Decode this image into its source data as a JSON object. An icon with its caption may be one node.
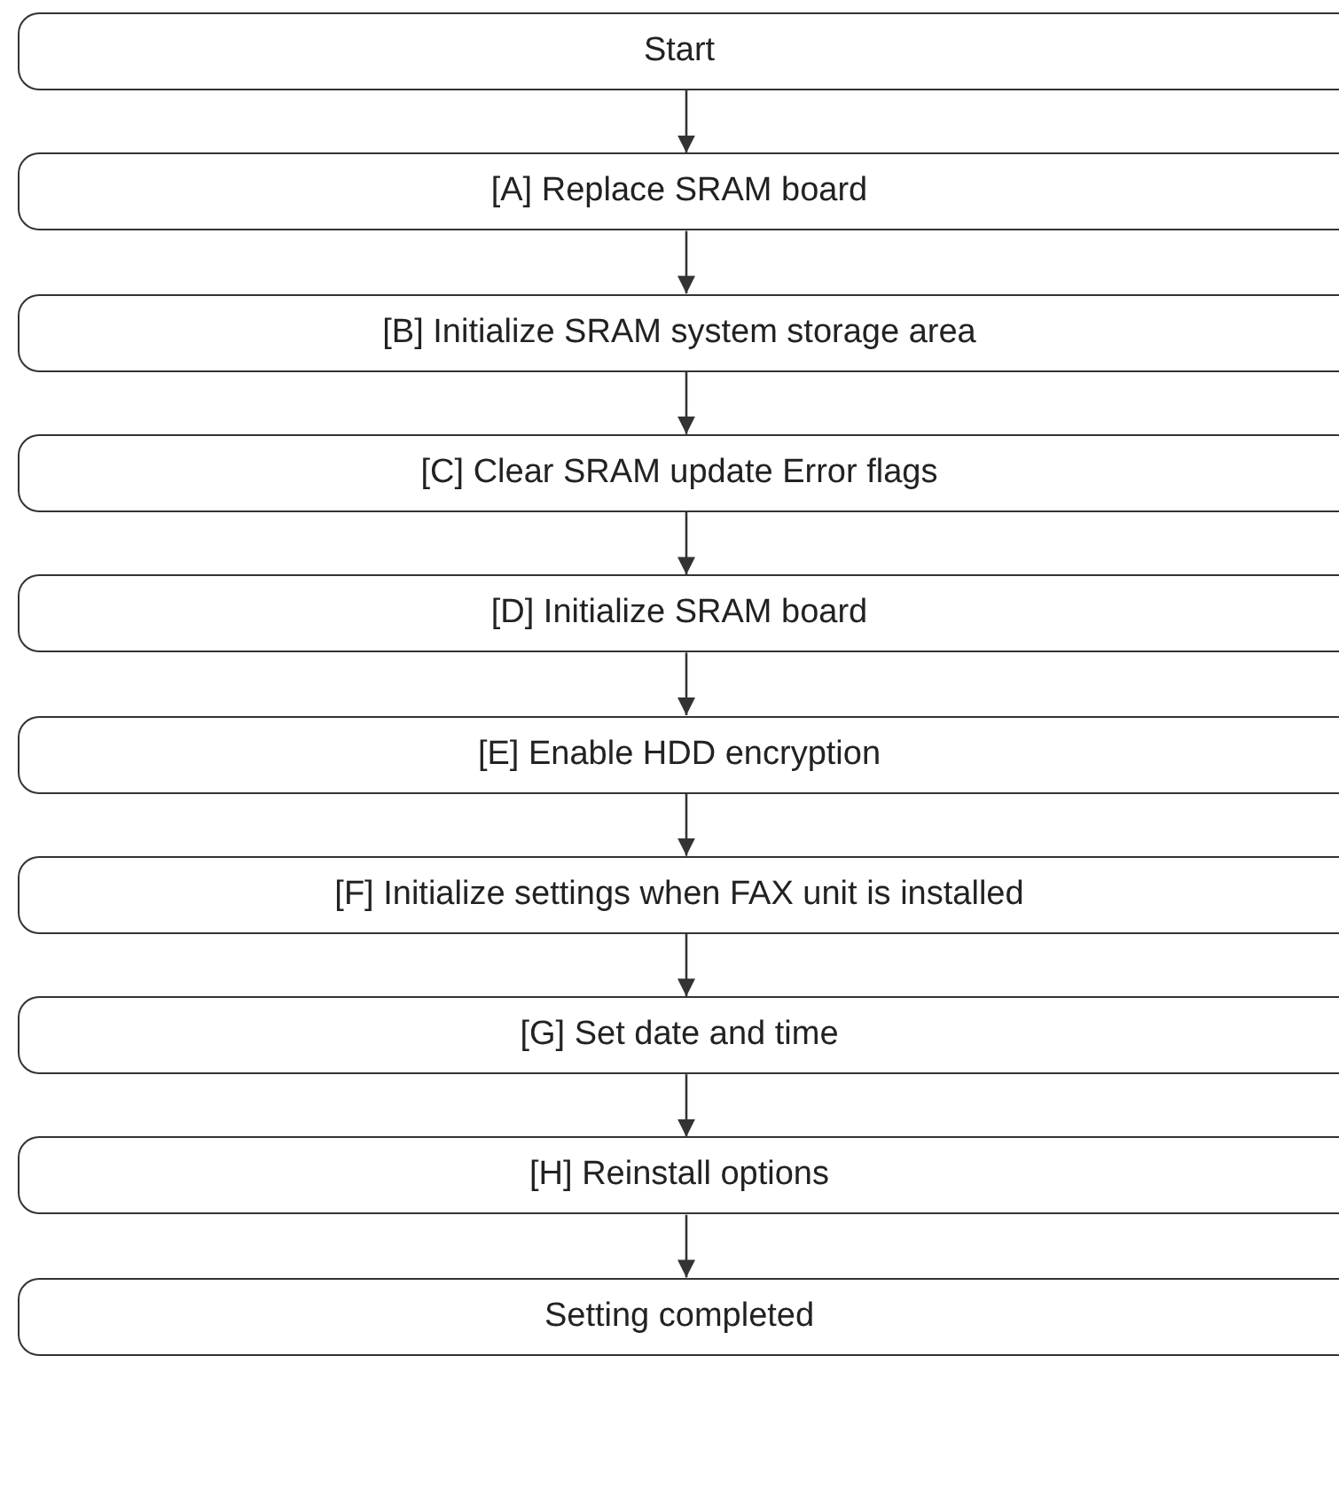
{
  "diagram": {
    "nodes": [
      {
        "text": [
          "Start"
        ]
      },
      {
        "text": [
          "[A] Replace SRAM board"
        ]
      },
      {
        "text": [
          "[B] Initialize SRAM system storage area"
        ]
      },
      {
        "text": [
          "[C] Clear SRAM update Error flags"
        ]
      },
      {
        "text": [
          "[D] Initialize SRAM board"
        ]
      },
      {
        "text": [
          "[E] Enable HDD encryption"
        ]
      },
      {
        "text": [
          "[F] Initialize settings when FAX unit is installed"
        ]
      },
      {
        "text": [
          "[G] Set date and time"
        ]
      },
      {
        "text": [
          "[H] Reinstall options"
        ]
      },
      {
        "text": [
          "Setting completed"
        ]
      }
    ],
    "edges": [
      {
        "from": 0,
        "to": 1,
        "arrow": "to"
      },
      {
        "from": 1,
        "to": 2,
        "arrow": "to"
      },
      {
        "from": 2,
        "to": 3,
        "arrow": "to"
      },
      {
        "from": 3,
        "to": 4,
        "arrow": "to"
      },
      {
        "from": 4,
        "to": 5,
        "arrow": "to"
      },
      {
        "from": 5,
        "to": 6,
        "arrow": "to"
      },
      {
        "from": 6,
        "to": 7,
        "arrow": "to"
      },
      {
        "from": 7,
        "to": 8,
        "arrow": "to"
      },
      {
        "from": 8,
        "to": 9,
        "arrow": "to"
      }
    ]
  }
}
